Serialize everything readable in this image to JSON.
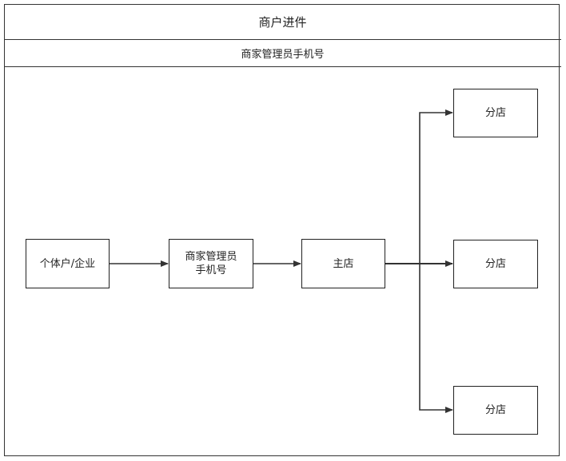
{
  "diagram": {
    "title": "商户进件",
    "subtitle": "商家管理员手机号",
    "nodes": {
      "entity": "个体户/企业",
      "admin_phone": [
        "商家管理员",
        "手机号"
      ],
      "main_store": "主店",
      "branches": [
        "分店",
        "分店",
        "分店"
      ]
    },
    "colors": {
      "line": "#333333",
      "border": "#222222",
      "background": "#ffffff"
    }
  }
}
